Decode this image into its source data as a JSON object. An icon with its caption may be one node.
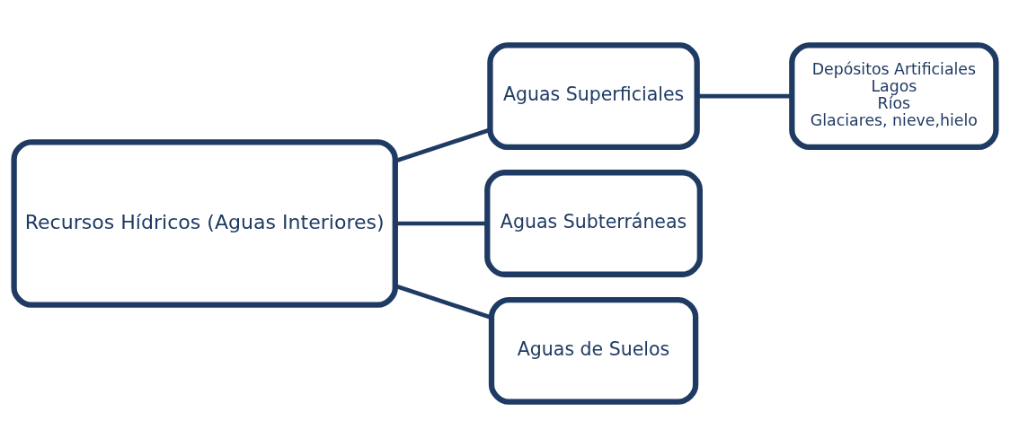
{
  "diagram": {
    "nodes": [
      {
        "text": [
          "Recursos Hídricos (Aguas Interiores)"
        ]
      },
      {
        "text": [
          "Aguas Superficiales"
        ]
      },
      {
        "text": [
          "Depósitos Artificiales",
          "Lagos",
          "Ríos",
          "Glaciares, nieve,hielo"
        ]
      },
      {
        "text": [
          "Aguas Subterráneas"
        ]
      },
      {
        "text": [
          "Aguas de Suelos"
        ]
      }
    ],
    "edges": [
      {
        "from": 0,
        "to": 1,
        "arrow": "none"
      },
      {
        "from": 1,
        "to": 2,
        "arrow": "none"
      },
      {
        "from": 0,
        "to": 3,
        "arrow": "none"
      },
      {
        "from": 0,
        "to": 4,
        "arrow": "none"
      }
    ]
  }
}
